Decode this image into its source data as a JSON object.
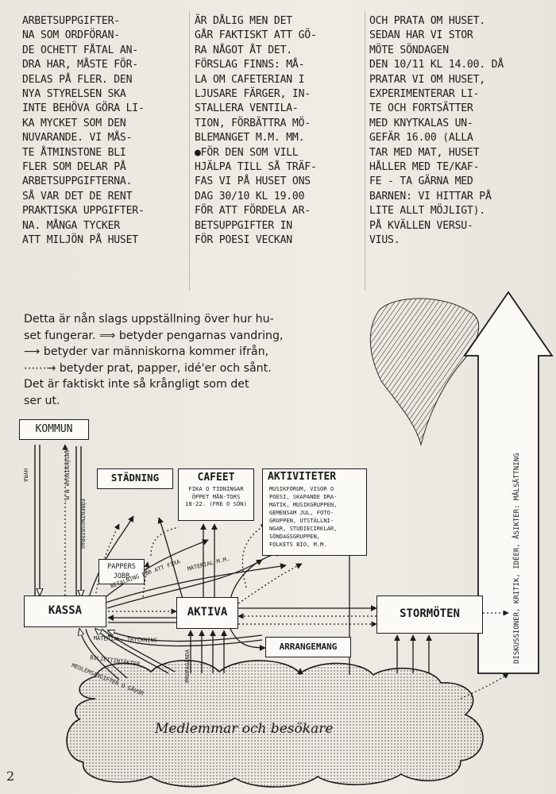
{
  "columns": {
    "col1": [
      "ARBETSUPPGIFTER-",
      "NA SOM ORDFÖRAN-",
      "DE OCHETT FÅTAL AN-",
      "DRA HAR, MÅSTE FÖR-",
      "DELAS PÅ FLER. DEN",
      "NYA STYRELSEN SKA",
      "INTE BEHÖVA GÖRA LI-",
      "KA MYCKET SOM DEN",
      "NUVARANDE. VI MÅS-",
      "TE ÅTMINSTONE BLI",
      "FLER SOM DELAR PÅ",
      "ARBETSUPPGIFTERNA.",
      "SÅ VAR DET DE RENT",
      "PRAKTISKA UPPGIFTER-",
      "NA. MÅNGA TYCKER",
      "ATT MILJÖN PÅ huset"
    ],
    "col2": [
      "ÄR DÅLIG MEN DET",
      "GÅR FAKTISKT ATT GÖ-",
      "RA NÅGOT ÅT DET.",
      "FÖRSLAG FINNS: MÅ-",
      "LA OM CAFETERIAN I",
      "LJUSARE FÄRGER, IN-",
      "STALLERA VENTILA-",
      "TION, FÖRBÄTTRA MÖ-",
      "BLEMANGET M.M. MM.",
      "●FÖR DEN SOM VILL",
      "HJÄLPA TILL SÅ TRÄF-",
      "FAS VI PÅ huset ONS",
      "DAG 30/10 KL 19.00",
      "FÖR ATT FÖRDELA AR-",
      "BETSUPPGIFTER IN",
      "FÖR POESI VECKAN"
    ],
    "col3": [
      "OCH PRATA OM huset.",
      "SEDAN HAR VI STOR",
      "MÖTE SÖNDAGEN",
      "DEN 10/11 KL 14.00. DÅ",
      "PRATAR VI OM huset,",
      "EXPERIMENTERAR LI-",
      "TE OCH FORTSÄTTER",
      "MED knytkalas UN-",
      "GEFÄR 16.00 (ALLA",
      "TAR MED MAT, huset",
      "HÅLLER MED TE/KAF-",
      "FE - TA GÄRNA MED",
      "BARNEN: VI HITTAR PÅ",
      "LITE ALLT MÖJLIGT).",
      "PÅ KVÄLLEN VERSU-",
      "VIUS."
    ]
  },
  "intro": [
    "Detta är nån slags uppställning över hur hu-",
    "set fungerar. ⟹ betyder pengarnas vandring,",
    "⟶ betyder var människorna kommer ifrån,",
    "⋯⋯→ betyder prat, papper, idé'er och sånt.",
    "Det är faktiskt inte så krångligt som det",
    "ser ut."
  ],
  "boxes": {
    "kommun": "KOMMUN",
    "stadning": "STÄDNING",
    "cafeet": "CAFEET",
    "cafeet_desc": [
      "FIKA O TIDNINGAR",
      "ÖPPET MÅN-TORS",
      "18-22. (FRE O SÖN)"
    ],
    "aktiviteter": "AKTIVITETER",
    "aktiviteter_desc": [
      "MUSIKFORUM, VISOR O",
      "POESI, SKAPANDE DRA-",
      "MATIK, MUSIKGRUPPEN,",
      "GEMENSAM JUL, FOTO-",
      "GRUPPEN, UTSTÄLLNI-",
      "NGAR, STUDIECIRKLAR,",
      "SÖNDAGSGRUPPEN,",
      "FOLKETS BIO, M.M."
    ],
    "pappersjobb": [
      "PAPPERS",
      "JOBB"
    ],
    "kassa": "KASSA",
    "aktiva": "AKTIVA",
    "stormoten": "STORMÖTEN",
    "arrangemang": "ARRANGEMANG",
    "medlemmar": "Medlemmar och besökare"
  },
  "labels": {
    "hyra": "HYRA",
    "ansokningar": "ANSÖKNINGAR M.M.",
    "forening": "FÖRENINGSBIDRAG",
    "betalning": "BETALNING FÖR ATT FIXA",
    "material_mm": "MATERIAL M.M.",
    "material_tryck": "MATERIAL, TRYCKNING",
    "biljett": "BILJETTINTÄKTER",
    "medlem": "MEDLEMSAVGIFTER O GÅVOR",
    "propaganda": "PROPAGANDA",
    "diskussioner": "DISKUSSIONER, KRITIK, IDÉER, ÅSIKTER: MÅLSÄTTNING"
  },
  "page_number": "2"
}
